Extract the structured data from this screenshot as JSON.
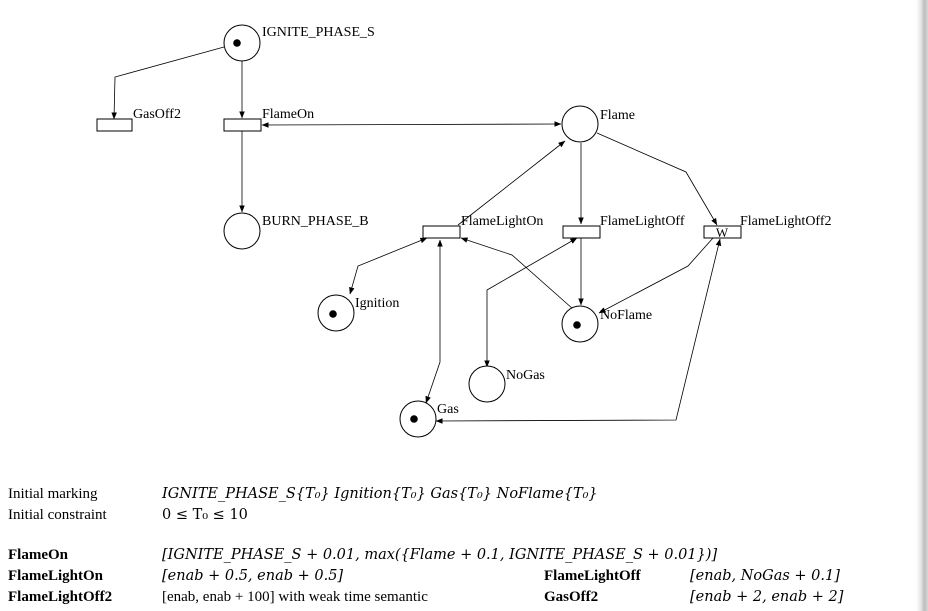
{
  "places": [
    {
      "id": "IGNITE_PHASE_S",
      "label": "IGNITE_PHASE_S",
      "token": true
    },
    {
      "id": "Flame",
      "label": "Flame",
      "token": false
    },
    {
      "id": "BURN_PHASE_B",
      "label": "BURN_PHASE_B",
      "token": false
    },
    {
      "id": "Ignition",
      "label": "Ignition",
      "token": true
    },
    {
      "id": "NoFlame",
      "label": "NoFlame",
      "token": true
    },
    {
      "id": "NoGas",
      "label": "NoGas",
      "token": false
    },
    {
      "id": "Gas",
      "label": "Gas",
      "token": true
    }
  ],
  "transitions": [
    {
      "id": "GasOff2",
      "label": "GasOff2",
      "marker": ""
    },
    {
      "id": "FlameOn",
      "label": "FlameOn",
      "marker": ""
    },
    {
      "id": "FlameLightOn",
      "label": "FlameLightOn",
      "marker": ""
    },
    {
      "id": "FlameLightOff",
      "label": "FlameLightOff",
      "marker": ""
    },
    {
      "id": "FlameLightOff2",
      "label": "FlameLightOff2",
      "marker": "W"
    }
  ],
  "info": {
    "initial_marking_label": "Initial marking",
    "initial_marking_value": "IGNITE_PHASE_S{T₀} Ignition{T₀} Gas{T₀} NoFlame{T₀}",
    "initial_constraint_label": "Initial constraint",
    "initial_constraint_value": "0 ≤ T₀ ≤ 10"
  },
  "intervals": {
    "flameon_label": "FlameOn",
    "flameon_value": "[IGNITE_PHASE_S + 0.01, max({Flame + 0.1, IGNITE_PHASE_S + 0.01})]",
    "flamelighton_label": "FlameLightOn",
    "flamelighton_value": "[enab + 0.5, enab + 0.5]",
    "flamelightoff_label": "FlameLightOff",
    "flamelightoff_value": "[enab, NoGas + 0.1]",
    "flamelightoff2_label": "FlameLightOff2",
    "flamelightoff2_value": "[enab, enab + 100] with weak time semantic",
    "gasoff2_label": "GasOff2",
    "gasoff2_value": "[enab + 2, enab + 2]"
  }
}
